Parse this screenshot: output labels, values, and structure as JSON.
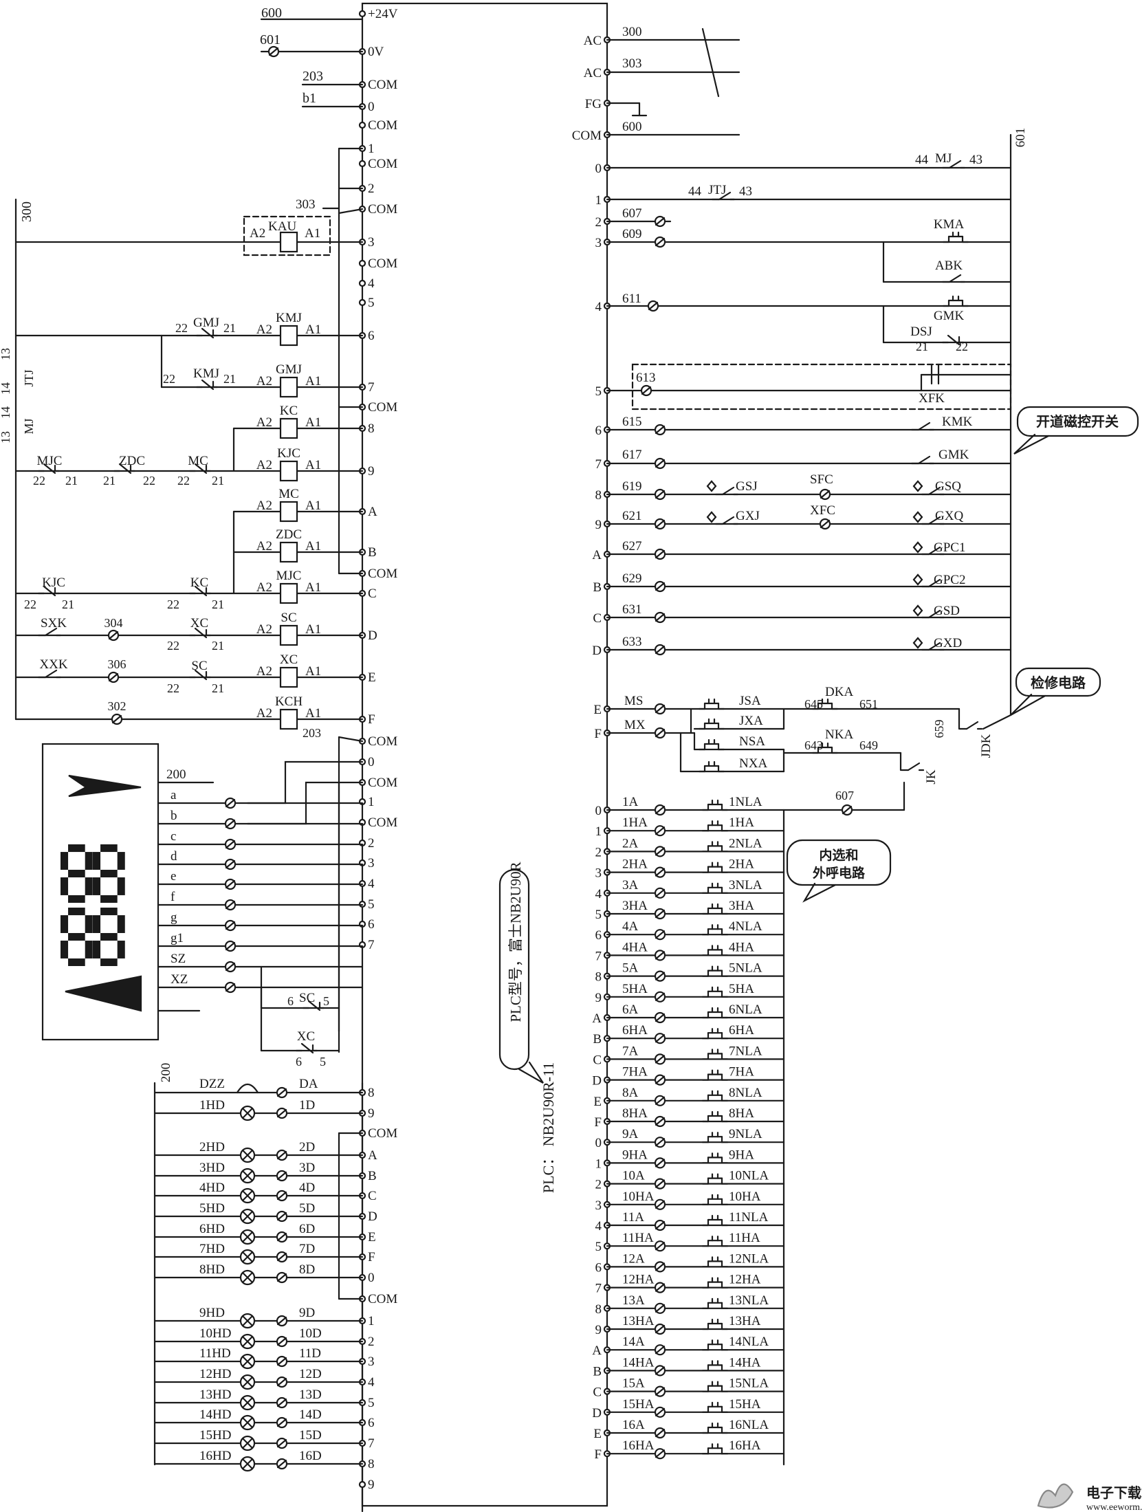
{
  "plc": {
    "model_label": "PLC型号，富士NB2U90R",
    "side_label": "PLC：  NB2U90R-11",
    "left_terminals_top": [
      "+24V",
      "0V",
      "COM",
      "0",
      "COM",
      "1",
      "COM",
      "2",
      "COM",
      "3",
      "COM",
      "4",
      "5",
      "6",
      "7",
      "COM",
      "8",
      "9",
      "A",
      "B",
      "COM",
      "C",
      "D",
      "E",
      "F"
    ],
    "left_terminals_mid": [
      "COM",
      "0",
      "COM",
      "1",
      "COM",
      "2",
      "3",
      "4",
      "5",
      "6",
      "7"
    ],
    "left_terminals_bot": [
      "8",
      "9",
      "COM",
      "A",
      "B",
      "C",
      "D",
      "E",
      "F",
      "0",
      "COM",
      "1",
      "2",
      "3",
      "4",
      "5",
      "6",
      "7",
      "8",
      "9"
    ],
    "right_terminals_top": [
      "AC",
      "AC",
      "FG",
      "COM",
      "0",
      "1",
      "2",
      "3",
      "4",
      "5",
      "6",
      "7",
      "8",
      "9",
      "A",
      "B",
      "C",
      "D",
      "E",
      "F"
    ],
    "right_terminals_bot": [
      "0",
      "1",
      "2",
      "3",
      "4",
      "5",
      "6",
      "7",
      "8",
      "9",
      "A",
      "B",
      "C",
      "D",
      "E",
      "F",
      "0",
      "1",
      "2",
      "3",
      "4",
      "5",
      "6",
      "7",
      "8",
      "9",
      "A",
      "B",
      "C",
      "D",
      "E",
      "F"
    ]
  },
  "top_left": {
    "wires": [
      "600",
      "601",
      "203",
      "b1"
    ],
    "kau": {
      "wire": "303",
      "a2": "A2",
      "coil": "KAU",
      "a1": "A1"
    },
    "vertical": "300"
  },
  "left_rungs": [
    {
      "contact": "GMJ",
      "n1": "22",
      "n2": "21",
      "coil": "KMJ"
    },
    {
      "contact": "KMJ",
      "n1": "22",
      "n2": "21",
      "coil": "GMJ"
    },
    {
      "coil": "KC"
    },
    {
      "c1": "MJC",
      "c2": "ZDC",
      "c3": "MC",
      "n1": "22",
      "n2": "21",
      "coil": "KJC"
    },
    {
      "coil": "MC"
    },
    {
      "coil": "ZDC"
    },
    {
      "c1": "KJC",
      "c2": "KC",
      "n1": "22",
      "n2": "21",
      "coil": "MJC"
    },
    {
      "switch": "SXK",
      "wire": "304",
      "contact": "XC",
      "coil": "SC"
    },
    {
      "switch": "XXK",
      "wire": "306",
      "contact": "SC",
      "coil": "XC"
    },
    {
      "wire": "302",
      "coil": "KCH",
      "com_wire": "203"
    }
  ],
  "coil_labels": {
    "a1": "A1",
    "a2": "A2"
  },
  "side_labels": [
    "13",
    "13",
    "14",
    "14",
    "JTJ",
    "MJ"
  ],
  "display": {
    "wire": "200",
    "segments": [
      "a",
      "b",
      "c",
      "d",
      "e",
      "f",
      "g",
      "g1",
      "SZ",
      "XZ"
    ],
    "sc": {
      "n1": "6",
      "label": "SC",
      "n2": "5"
    },
    "xc": {
      "label": "XC",
      "n1": "6",
      "n2": "5"
    }
  },
  "lamps": {
    "vertical": "200",
    "buzzer": {
      "label": "DZZ",
      "wire": "DA"
    },
    "items": [
      {
        "hd": "1HD",
        "d": "1D"
      },
      {
        "hd": "2HD",
        "d": "2D"
      },
      {
        "hd": "3HD",
        "d": "3D"
      },
      {
        "hd": "4HD",
        "d": "4D"
      },
      {
        "hd": "5HD",
        "d": "5D"
      },
      {
        "hd": "6HD",
        "d": "6D"
      },
      {
        "hd": "7HD",
        "d": "7D"
      },
      {
        "hd": "8HD",
        "d": "8D"
      },
      {
        "hd": "9HD",
        "d": "9D"
      },
      {
        "hd": "10HD",
        "d": "10D"
      },
      {
        "hd": "11HD",
        "d": "11D"
      },
      {
        "hd": "12HD",
        "d": "12D"
      },
      {
        "hd": "13HD",
        "d": "13D"
      },
      {
        "hd": "14HD",
        "d": "14D"
      },
      {
        "hd": "15HD",
        "d": "15D"
      },
      {
        "hd": "16HD",
        "d": "16D"
      }
    ]
  },
  "right_top": {
    "wires": [
      "300",
      "303",
      "600"
    ],
    "vertical": "601",
    "mj": {
      "n1": "44",
      "label": "MJ",
      "n2": "43"
    },
    "jtj": {
      "n1": "44",
      "label": "JTJ",
      "n2": "43"
    }
  },
  "right_inputs": [
    {
      "wire": "607"
    },
    {
      "wire": "609",
      "s1": "KMA",
      "s2": "ABK"
    },
    {
      "wire": "611",
      "s1": "GMK",
      "s2": "DSJ",
      "n1": "21",
      "n2": "22"
    },
    {
      "wire": "613",
      "s1": "XFK"
    },
    {
      "wire": "615",
      "s1": "KMK"
    },
    {
      "wire": "617",
      "s1": "GMK"
    },
    {
      "wire": "619",
      "s1": "GSJ",
      "s2": "SFC",
      "s3": "GSQ"
    },
    {
      "wire": "621",
      "s1": "GXJ",
      "s2": "XFC",
      "s3": "GXQ"
    },
    {
      "wire": "627",
      "s1": "GPC1"
    },
    {
      "wire": "629",
      "s1": "GPC2"
    },
    {
      "wire": "631",
      "s1": "GSD"
    },
    {
      "wire": "633",
      "s1": "GXD"
    }
  ],
  "callouts": {
    "magnetic": "开道磁控开关",
    "service": "检修电路",
    "calls": "内选和外呼电路"
  },
  "service": {
    "ms": "MS",
    "mx": "MX",
    "jsa": "JSA",
    "jxa": "JXA",
    "nsa": "NSA",
    "nxa": "NXA",
    "dka": "DKA",
    "w645": "645",
    "w651": "651",
    "nka": "NKA",
    "w643": "643",
    "w649": "649",
    "w659": "659",
    "jdk": "JDK",
    "jk": "JK",
    "w607": "607"
  },
  "calls": [
    [
      "1A",
      "1NLA"
    ],
    [
      "1HA",
      "1HA"
    ],
    [
      "2A",
      "2NLA"
    ],
    [
      "2HA",
      "2HA"
    ],
    [
      "3A",
      "3NLA"
    ],
    [
      "3HA",
      "3HA"
    ],
    [
      "4A",
      "4NLA"
    ],
    [
      "4HA",
      "4HA"
    ],
    [
      "5A",
      "5NLA"
    ],
    [
      "5HA",
      "5HA"
    ],
    [
      "6A",
      "6NLA"
    ],
    [
      "6HA",
      "6HA"
    ],
    [
      "7A",
      "7NLA"
    ],
    [
      "7HA",
      "7HA"
    ],
    [
      "8A",
      "8NLA"
    ],
    [
      "8HA",
      "8HA"
    ],
    [
      "9A",
      "9NLA"
    ],
    [
      "9HA",
      "9HA"
    ],
    [
      "10A",
      "10NLA"
    ],
    [
      "10HA",
      "10HA"
    ],
    [
      "11A",
      "11NLA"
    ],
    [
      "11HA",
      "11HA"
    ],
    [
      "12A",
      "12NLA"
    ],
    [
      "12HA",
      "12HA"
    ],
    [
      "13A",
      "13NLA"
    ],
    [
      "13HA",
      "13HA"
    ],
    [
      "14A",
      "14NLA"
    ],
    [
      "14HA",
      "14HA"
    ],
    [
      "15A",
      "15NLA"
    ],
    [
      "15HA",
      "15HA"
    ],
    [
      "16A",
      "16NLA"
    ],
    [
      "16HA",
      "16HA"
    ]
  ],
  "watermark": {
    "cn": "电子下载站",
    "url": "www.eeworm.com"
  },
  "colors": {
    "ink": "#1a1a1a",
    "background": "#ffffff"
  }
}
